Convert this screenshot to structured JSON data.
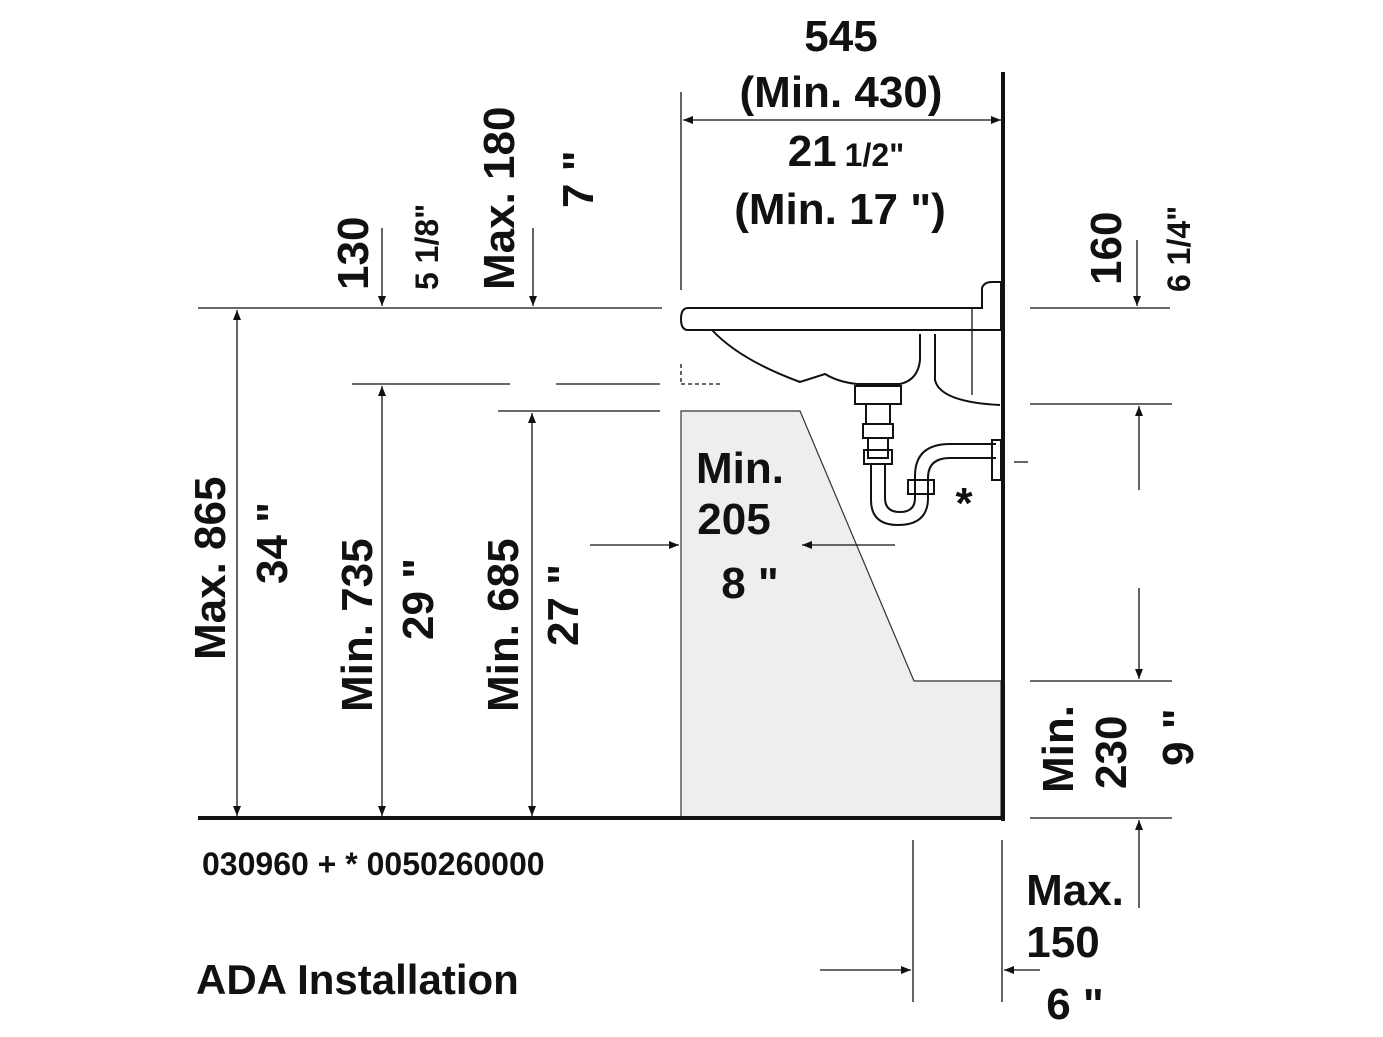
{
  "diagram": {
    "title": "ADA Installation",
    "article_number": "030960 + * 0050260000",
    "asterisk": "*",
    "dims": {
      "width_mm": "545",
      "width_min_mm": "(Min. 430)",
      "width_in": "21",
      "width_in_frac": "1/2\"",
      "width_min_in": "(Min. 17 \")",
      "rim_mm": "130",
      "rim_in": "5 1/8\"",
      "bowl_max_mm": "Max. 180",
      "bowl_max_in": "7 \"",
      "side_mm": "160",
      "side_in": "6 1/4\"",
      "height_max_mm": "Max. 865",
      "height_max_in": "34 \"",
      "knee_min_mm": "Min. 735",
      "knee_min_in": "29 \"",
      "toe_min_mm": "Min. 685",
      "toe_min_in": "27 \"",
      "depth_min_label": "Min.",
      "depth_min_mm": "205",
      "depth_min_in": "8 \"",
      "floor_min_label": "Min.",
      "floor_min_mm": "230",
      "floor_min_in": "9 \"",
      "toe_max_label": "Max.",
      "toe_max_mm": "150",
      "toe_max_in": "6 \""
    }
  }
}
